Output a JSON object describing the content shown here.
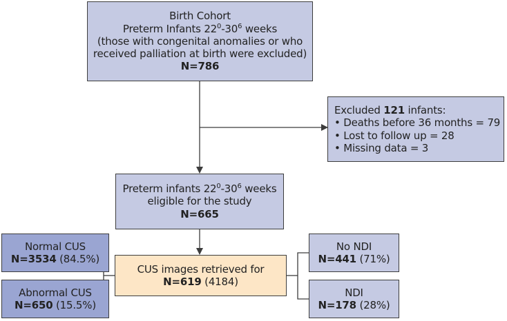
{
  "colors": {
    "box_fill": "#c5cae3",
    "dark_fill": "#9aa5d2",
    "highlight_fill": "#fde6c6",
    "border": "#3c3c3c",
    "line": "#3c3c3c"
  },
  "cohort": {
    "title": "Birth Cohort",
    "line2_pre": "Preterm Infants 22",
    "line2_sup1": "0",
    "line2_mid": "-30",
    "line2_sup2": "6",
    "line2_post": " weeks",
    "line3": "(those with congenital anomalies or who",
    "line4": "received palliation at birth were excluded)",
    "n": "N=786"
  },
  "excluded": {
    "pre": "Excluded ",
    "count": "121",
    "post": " infants:",
    "items": [
      "• Deaths before 36 months = 79",
      "• Lost to follow up = 28",
      "• Missing data = 3"
    ]
  },
  "eligible": {
    "line1_pre": "Preterm infants 22",
    "line1_sup1": "0",
    "line1_mid": "-30",
    "line1_sup2": "6",
    "line1_post": " weeks",
    "line2": "eligible for the study",
    "n": "N=665"
  },
  "cus": {
    "line1": "CUS images retrieved for",
    "n": "N=619",
    "n_extra": " (4184)"
  },
  "normal": {
    "label": "Normal CUS",
    "n": "N=3534",
    "pct": " (84.5%)"
  },
  "abnormal": {
    "label": "Abnormal CUS",
    "n": "N=650",
    "pct": " (15.5%)"
  },
  "no_ndi": {
    "label": "No NDI",
    "n": "N=441",
    "pct": " (71%)"
  },
  "ndi": {
    "label": "NDI",
    "n": "N=178",
    "pct": " (28%)"
  }
}
